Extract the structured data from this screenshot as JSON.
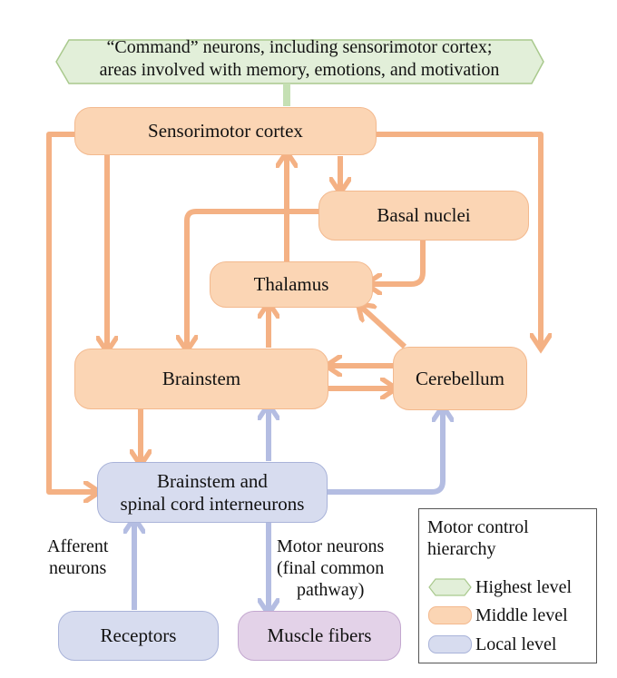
{
  "command_box": {
    "line1": "“Command” neurons, including sensorimotor cortex;",
    "line2": "areas involved with memory, emotions, and motivation"
  },
  "nodes": {
    "sensorimotor_cortex": "Sensorimotor cortex",
    "basal_nuclei": "Basal nuclei",
    "thalamus": "Thalamus",
    "brainstem": "Brainstem",
    "cerebellum": "Cerebellum",
    "interneurons_line1": "Brainstem and",
    "interneurons_line2": "spinal cord interneurons",
    "receptors": "Receptors",
    "muscle_fibers": "Muscle fibers"
  },
  "labels": {
    "afferent_line1": "Afferent",
    "afferent_line2": "neurons",
    "motor_line1": "Motor neurons",
    "motor_line2": "(final common",
    "motor_line3": "pathway)"
  },
  "legend": {
    "title_line1": "Motor control",
    "title_line2": "hierarchy",
    "items": [
      {
        "label": "Highest level",
        "color": "#e2efd9"
      },
      {
        "label": "Middle level",
        "color": "#fbd5b4"
      },
      {
        "label": "Local level",
        "color": "#d7dcef"
      }
    ]
  },
  "colors": {
    "highest": "#e2efd9",
    "middle": "#fbd5b4",
    "local": "#d7dcef",
    "muscle": "#e3d2e8",
    "middle_border": "#f3b98e",
    "local_border": "#a9b3d9"
  }
}
